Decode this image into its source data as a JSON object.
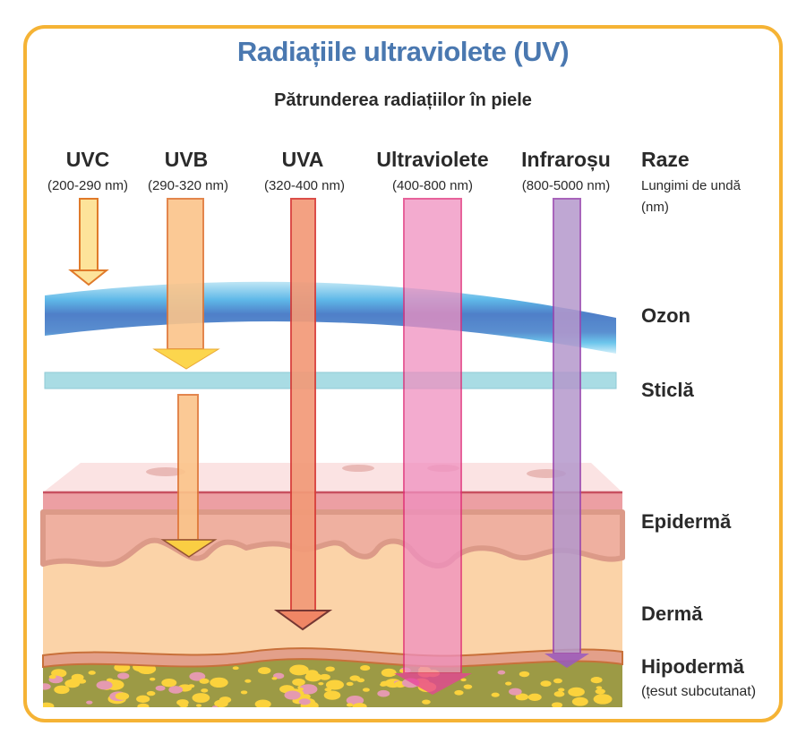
{
  "title": "Radiațiile ultraviolete (UV)",
  "subtitle": "Pătrunderea radiațiilor în piele",
  "rays": [
    {
      "name": "UVC",
      "range": "(200-290 nm)",
      "color": "#fde39a"
    },
    {
      "name": "UVB",
      "range": "(290-320 nm)",
      "color": "#fbc48a"
    },
    {
      "name": "UVA",
      "range": "(320-400 nm)",
      "color": "#f29a78"
    },
    {
      "name": "Ultraviolete",
      "range": "(400-800 nm)",
      "color": "#f0a0c6"
    },
    {
      "name": "Infraroșu",
      "range": "(800-5000 nm)",
      "color": "#b498cc"
    }
  ],
  "legend": {
    "rays_label": "Raze",
    "wavelength_label_1": "Lungimi de undă",
    "wavelength_label_2": "(nm)"
  },
  "layers": {
    "ozone": "Ozon",
    "glass": "Sticlă",
    "epidermis": "Epidermă",
    "dermis": "Dermă",
    "hypodermis": "Hipodermă",
    "hypodermis_note": "(țesut subcutanat)"
  },
  "colors": {
    "frame": "#f5b335",
    "title": "#4a78b0"
  }
}
